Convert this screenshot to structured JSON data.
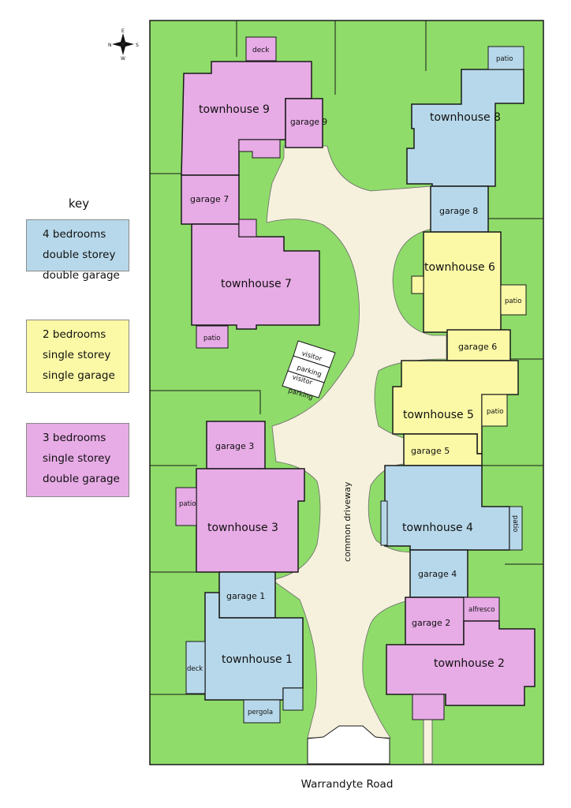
{
  "colors": {
    "lawn": "#8fdc6a",
    "driveway": "#f6f1dc",
    "blue_4bed": "#b7d8ea",
    "yellow_2bed": "#fbf9a6",
    "pink_3bed": "#e7abe6",
    "outline": "#1a1a1a"
  },
  "compass": {
    "labels": [
      "N",
      "S",
      "E",
      "W"
    ],
    "icon": "compass-rose-icon"
  },
  "key": {
    "title": "key",
    "items": [
      {
        "color": "#b7d8ea",
        "lines": [
          "4 bedrooms",
          "double storey",
          "double garage"
        ]
      },
      {
        "color": "#fbf9a6",
        "lines": [
          "2 bedrooms",
          "single storey",
          "single garage"
        ]
      },
      {
        "color": "#e7abe6",
        "lines": [
          "3 bedrooms",
          "single storey",
          "double garage"
        ]
      }
    ]
  },
  "labels": {
    "th9": "townhouse 9",
    "g9": "garage 9",
    "deck9": "deck",
    "g7": "garage 7",
    "th7": "townhouse 7",
    "patio7": "patio",
    "th8": "townhouse 8",
    "patio8": "patio",
    "g8": "garage 8",
    "th6": "townhouse 6",
    "patio6": "patio",
    "g6": "garage 6",
    "visitor1": "visitor",
    "parking1": "parking",
    "visitor2": "visitor",
    "parking2": "parking",
    "th5": "townhouse 5",
    "patio5": "patio",
    "g5": "garage 5",
    "g3": "garage 3",
    "th3": "townhouse 3",
    "patio3": "patio",
    "driveway": "common driveway",
    "th4": "townhouse 4",
    "patio4": "patio",
    "g4": "garage 4",
    "g1": "garage 1",
    "th1": "townhouse 1",
    "deck1": "deck",
    "pergola1": "pergola",
    "g2": "garage 2",
    "alfresco2": "alfresco",
    "th2": "townhouse 2"
  },
  "road": {
    "name": "Warrandyte Road"
  }
}
